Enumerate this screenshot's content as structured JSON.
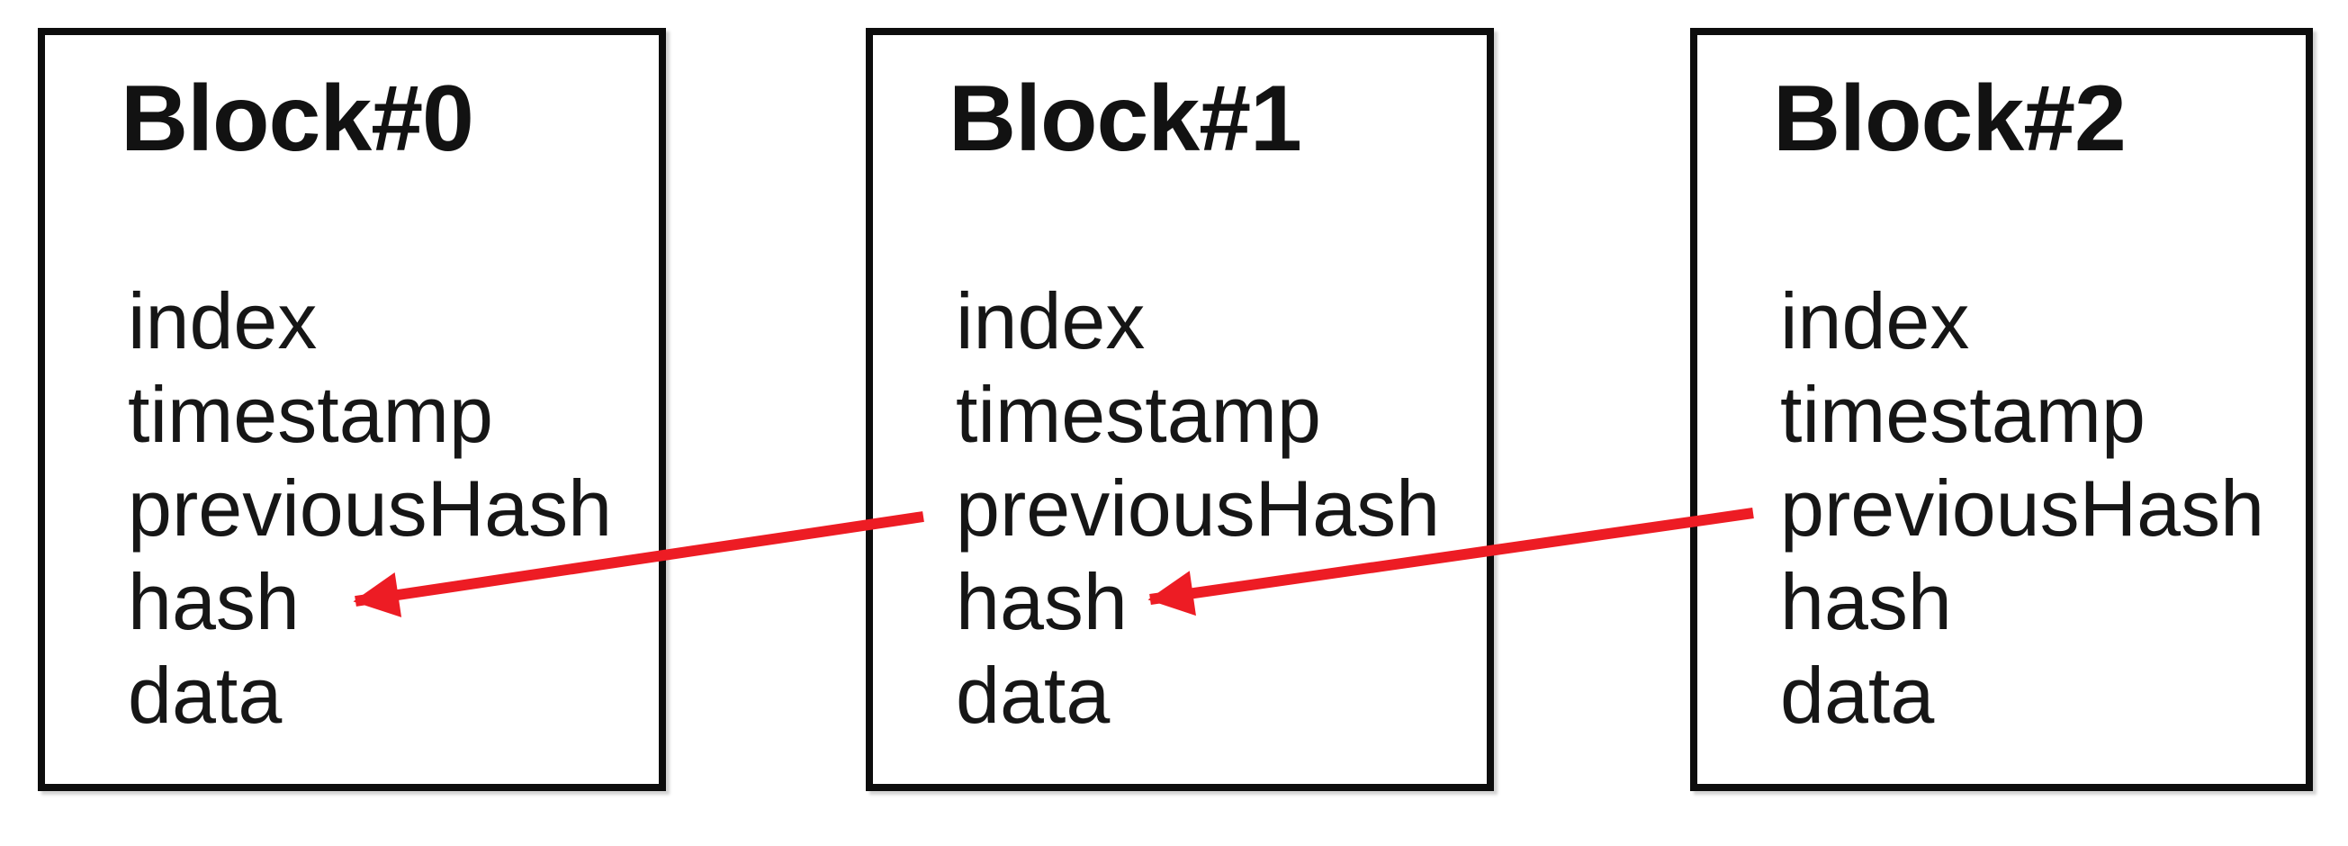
{
  "diagram": {
    "type": "blockchain-structure",
    "blocks": [
      {
        "title": "Block#0",
        "fields": [
          "index",
          "timestamp",
          "previousHash",
          "hash",
          "data"
        ]
      },
      {
        "title": "Block#1",
        "fields": [
          "index",
          "timestamp",
          "previousHash",
          "hash",
          "data"
        ]
      },
      {
        "title": "Block#2",
        "fields": [
          "index",
          "timestamp",
          "previousHash",
          "hash",
          "data"
        ]
      }
    ],
    "arrows": [
      {
        "from": "Block#1.previousHash",
        "to": "Block#0.hash"
      },
      {
        "from": "Block#2.previousHash",
        "to": "Block#1.hash"
      }
    ],
    "colors": {
      "arrow": "#ed1c24",
      "border": "#0d0d0d",
      "text": "#161616",
      "background": "#ffffff"
    }
  }
}
